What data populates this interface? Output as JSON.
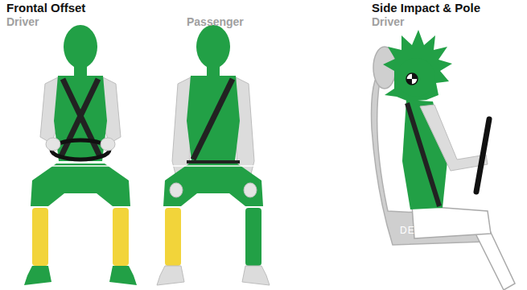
{
  "diagram": {
    "labels": [
      "Frontal Offset",
      "Driver",
      "Passenger",
      "Side Impact & Pole",
      "Driver",
      "DEFAULT"
    ]
  }
}
